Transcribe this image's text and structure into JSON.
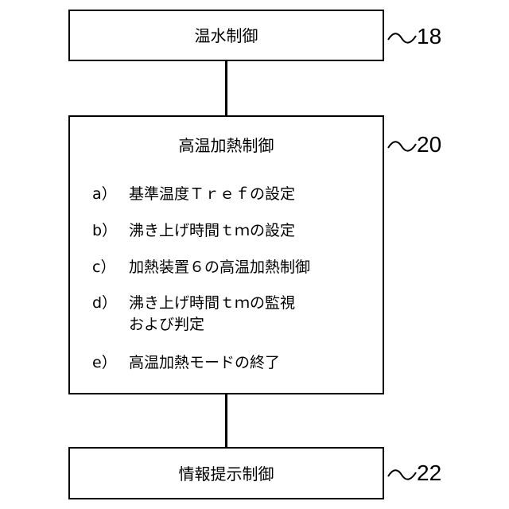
{
  "blocks": {
    "top": {
      "title": "温水制御",
      "ref": "18"
    },
    "middle": {
      "title": "高温加熱制御",
      "ref": "20",
      "steps": [
        {
          "tag": "a）",
          "text": "基準温度Ｔｒｅｆの設定"
        },
        {
          "tag": "b）",
          "text": "沸き上げ時間ｔｍの設定"
        },
        {
          "tag": "c）",
          "text": "加熱装置６の高温加熱制御"
        },
        {
          "tag": "d）",
          "text": "沸き上げ時間ｔｍの監視\nおよび判定"
        },
        {
          "tag": "e）",
          "text": "高温加熱モードの終了"
        }
      ]
    },
    "bottom": {
      "title": "情報提示制御",
      "ref": "22"
    }
  },
  "colors": {
    "line": "#000000",
    "background": "#ffffff"
  }
}
